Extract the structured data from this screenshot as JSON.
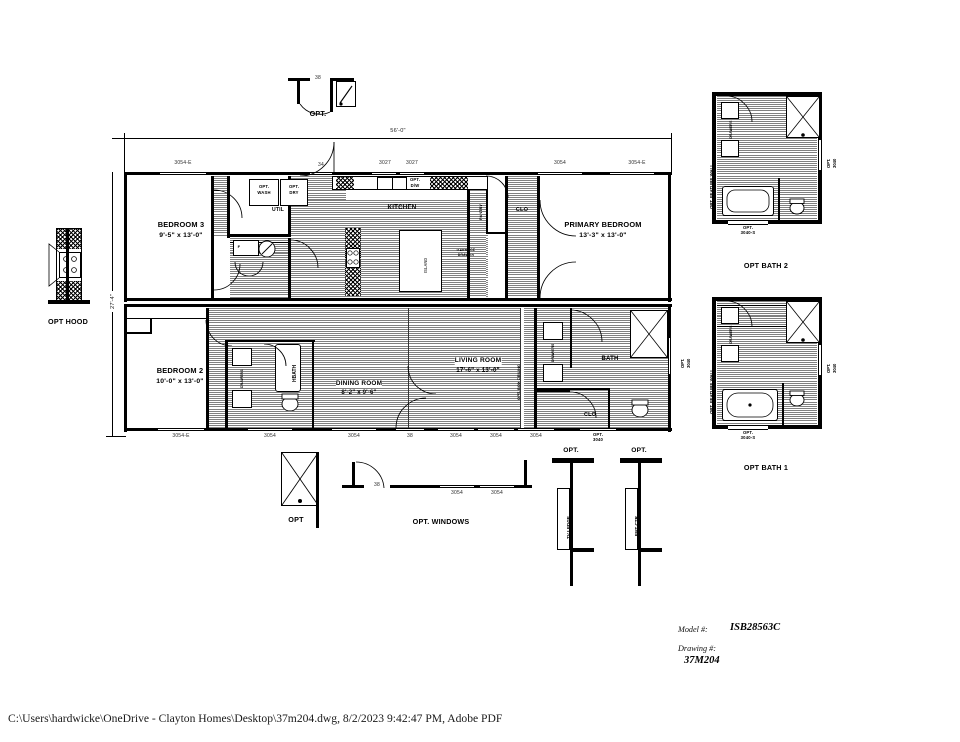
{
  "document": {
    "footer_path": "C:\\Users\\hardwicke\\OneDrive - Clayton Homes\\Desktop\\37m204.dwg, 8/2/2023 9:42:47 PM, Adobe PDF",
    "model_label": "Model #:",
    "model_value": "ISB28563C",
    "drawing_label": "Drawing #:",
    "drawing_value": "37M204"
  },
  "dimensions": {
    "overall_width": "56'-0\"",
    "overall_depth": "27'-4\""
  },
  "rooms": [
    {
      "name": "BEDROOM 3",
      "size": "9'-5\"  x  13'-0\""
    },
    {
      "name": "BEDROOM 2",
      "size": "10'-0\"  x  13'-0\""
    },
    {
      "name": "PRIMARY BEDROOM",
      "size": "13'-3\"  x  13'-0\""
    },
    {
      "name": "LIVING ROOM",
      "size": "17'-6\"  x  13'-0\""
    },
    {
      "name": "DINING ROOM",
      "size": "8'-2\"  x  9'-6\""
    },
    {
      "name": "KITCHEN",
      "size": ""
    },
    {
      "name": "UTIL",
      "size": ""
    },
    {
      "name": "BATH",
      "size": ""
    },
    {
      "name": "HBATH",
      "size": ""
    },
    {
      "name": "CLO",
      "size": ""
    },
    {
      "name": "PANTRY",
      "size": ""
    }
  ],
  "fixture_labels": {
    "opt_wash": "OPT.\nWASH",
    "opt_wash_l1": "OPT.",
    "opt_wash_l2": "WASH",
    "opt_dry_l1": "OPT.",
    "opt_dry_l2": "DRY",
    "opt_dw_l1": "OPT.",
    "opt_dw_l2": "D/W",
    "island": "ISLAND",
    "garbage_l1": "GARBAGE",
    "garbage_l2": "DRAWER",
    "drawers": "DRAWERS",
    "pantry": "PANTRY",
    "hbath": "HBATH",
    "clo": "CLO",
    "util": "UTIL",
    "bath": "BATH",
    "kitchen": "KITCHEN",
    "furnace": "F",
    "feature_wall": "OPT. FEATURE WALL",
    "opt_ceiling_l1": "OPT. BOX CEILING",
    "tv_ledge": "TV LEDGE",
    "ent_ctr": "ENT CTR"
  },
  "callouts": {
    "opt_hood": "OPT HOOD",
    "opt_top_door": "OPT.",
    "opt_bottom_shower": "OPT",
    "opt_windows": "OPT. WINDOWS",
    "opt_bath_1": "OPT BATH 1",
    "opt_bath_2": "OPT BATH 2",
    "opt_tv": "OPT.",
    "opt_ent": "OPT."
  },
  "window_tags": {
    "top": [
      "3054-E",
      "34",
      "3027",
      "3027",
      "3054",
      "3054-E"
    ],
    "bottom": [
      "3054-E",
      "3054",
      "3054",
      "38",
      "3054",
      "3054",
      "3054"
    ],
    "bottom_opt_l1": "OPT.",
    "bottom_opt_l2": "3040",
    "right_opt_l1": "OPT.",
    "right_opt_l2": "3040",
    "detail_door_top": "38",
    "detail_door_bottom": "38",
    "detail_windows": [
      "3054",
      "3054"
    ],
    "bath_opt_l1": "OPT.",
    "bath_opt_l2": "3040",
    "bath_tub_l1": "OPT.",
    "bath_tub_l2": "3040-S",
    "bath2_opt_l1": "OPT.",
    "bath2_opt_l2": "3040",
    "bath2_tub_l1": "OPT.",
    "bath2_tub_l2": "3040-S"
  },
  "colors": {
    "line": "#000000",
    "paper": "#ffffff",
    "dim_text": "#222222"
  }
}
